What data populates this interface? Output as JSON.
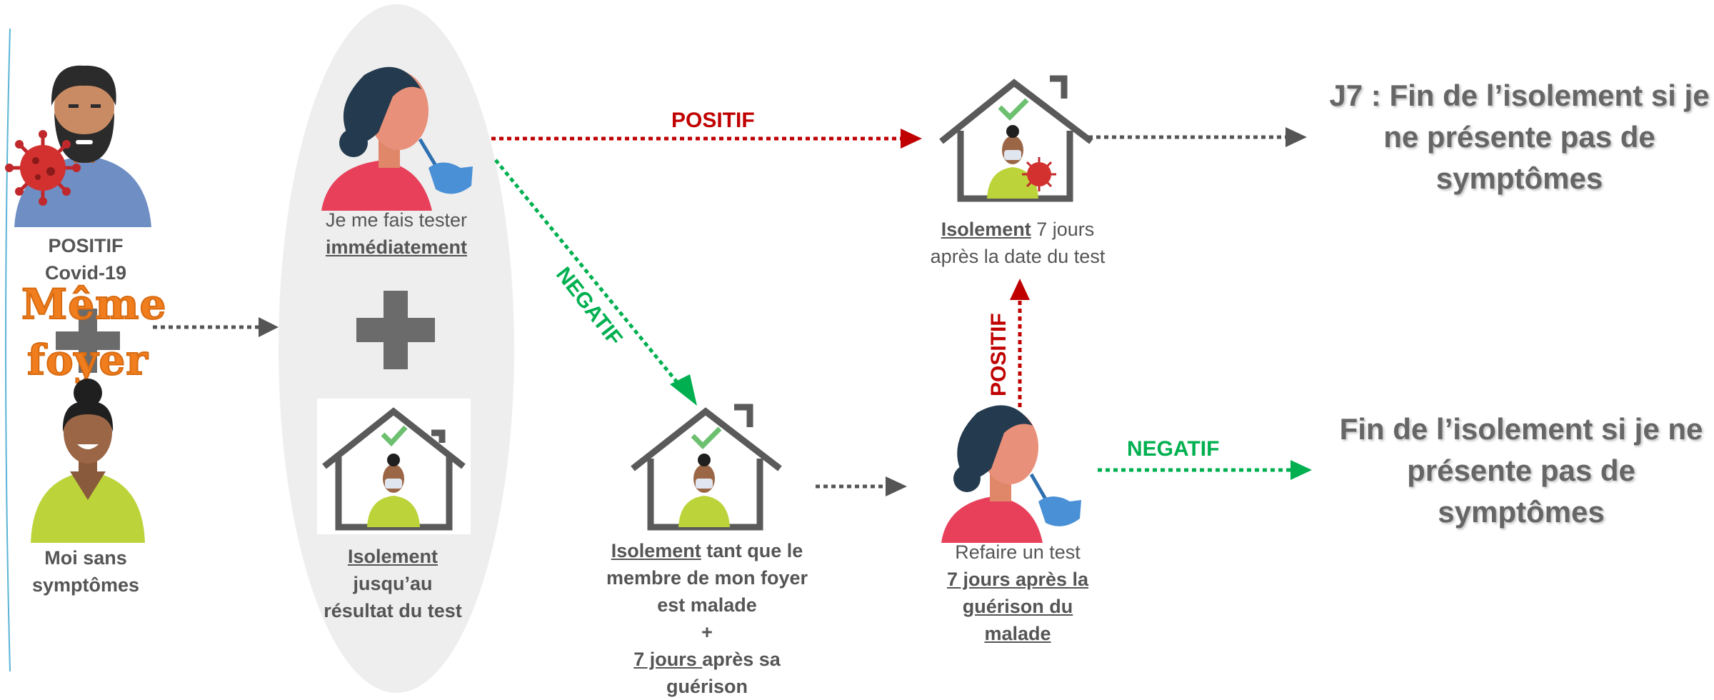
{
  "left": {
    "positive_line1": "POSITIF",
    "positive_line2": "Covid-19",
    "same_home_line1": "Même",
    "same_home_line2": "foyer",
    "me_line1": "Moi sans",
    "me_line2": "symptômes"
  },
  "oval": {
    "test_line1": "Je me fais tester",
    "test_line2": "immédiatement",
    "iso_line1": "Isolement",
    "iso_line2": "jusqu’au",
    "iso_line3": "résultat du test"
  },
  "arrows": {
    "positif_top": "POSITIF",
    "negatif_diag": "NEGATIF",
    "positif_vertical": "POSITIF",
    "negatif_right": "NEGATIF"
  },
  "top_house": {
    "line1_u": "Isolement",
    "line1_rest": " 7 jours",
    "line2": "après la date du test"
  },
  "mid_house": {
    "line1_u": "Isolement",
    "line1_rest": " tant que le",
    "line2": "membre de mon foyer",
    "line3": "est malade",
    "plus": "+",
    "line4_u": "7 jours ",
    "line4_rest": "après sa",
    "line5": "guérison"
  },
  "retest": {
    "line1": "Refaire un test",
    "line2": "7 jours après la",
    "line3": "guérison du",
    "line4": "malade"
  },
  "results": {
    "j7_line1": "J7 : Fin de l’isolement si je",
    "j7_line2": "ne présente pas de",
    "j7_line3": "symptômes",
    "end_line1": "Fin de l’isolement si je ne",
    "end_line2": "présente pas de",
    "end_line3": "symptômes"
  },
  "colors": {
    "red": "#c00000",
    "green": "#00b050",
    "grey_arrow": "#555555",
    "oval": "#ededed",
    "orange": "#f07e1e"
  }
}
